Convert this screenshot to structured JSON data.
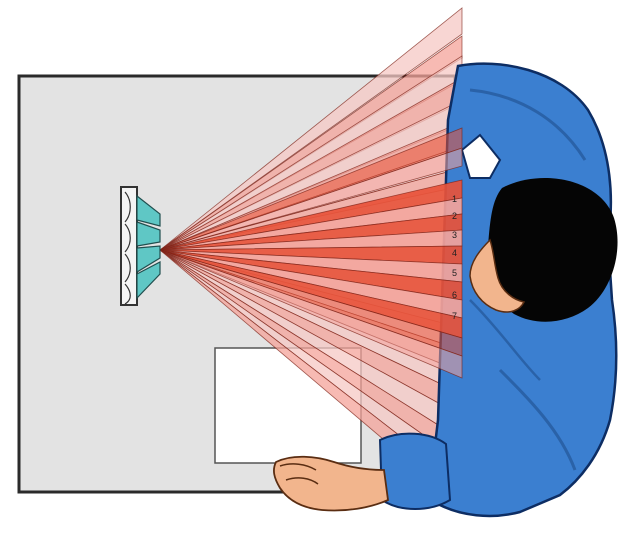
{
  "zone_labels": [
    "1",
    "2",
    "3",
    "4",
    "5",
    "6",
    "7"
  ],
  "colors": {
    "panel": "#e3e3e3",
    "panel_border": "#2a2a2a",
    "beam_dark": "#e8533a",
    "beam_light": "#f4a39a",
    "beam_faint": "#f6c8c4",
    "sensor_glass": "#5fc7c5",
    "skin": "#f2b58d",
    "shirt": "#3b7fd0",
    "shirt_shade": "#2a62a8",
    "hair": "#050505"
  },
  "icons": {
    "sensor": "multi-lens-sensor-icon",
    "operator": "operator-top-view-illustration"
  }
}
